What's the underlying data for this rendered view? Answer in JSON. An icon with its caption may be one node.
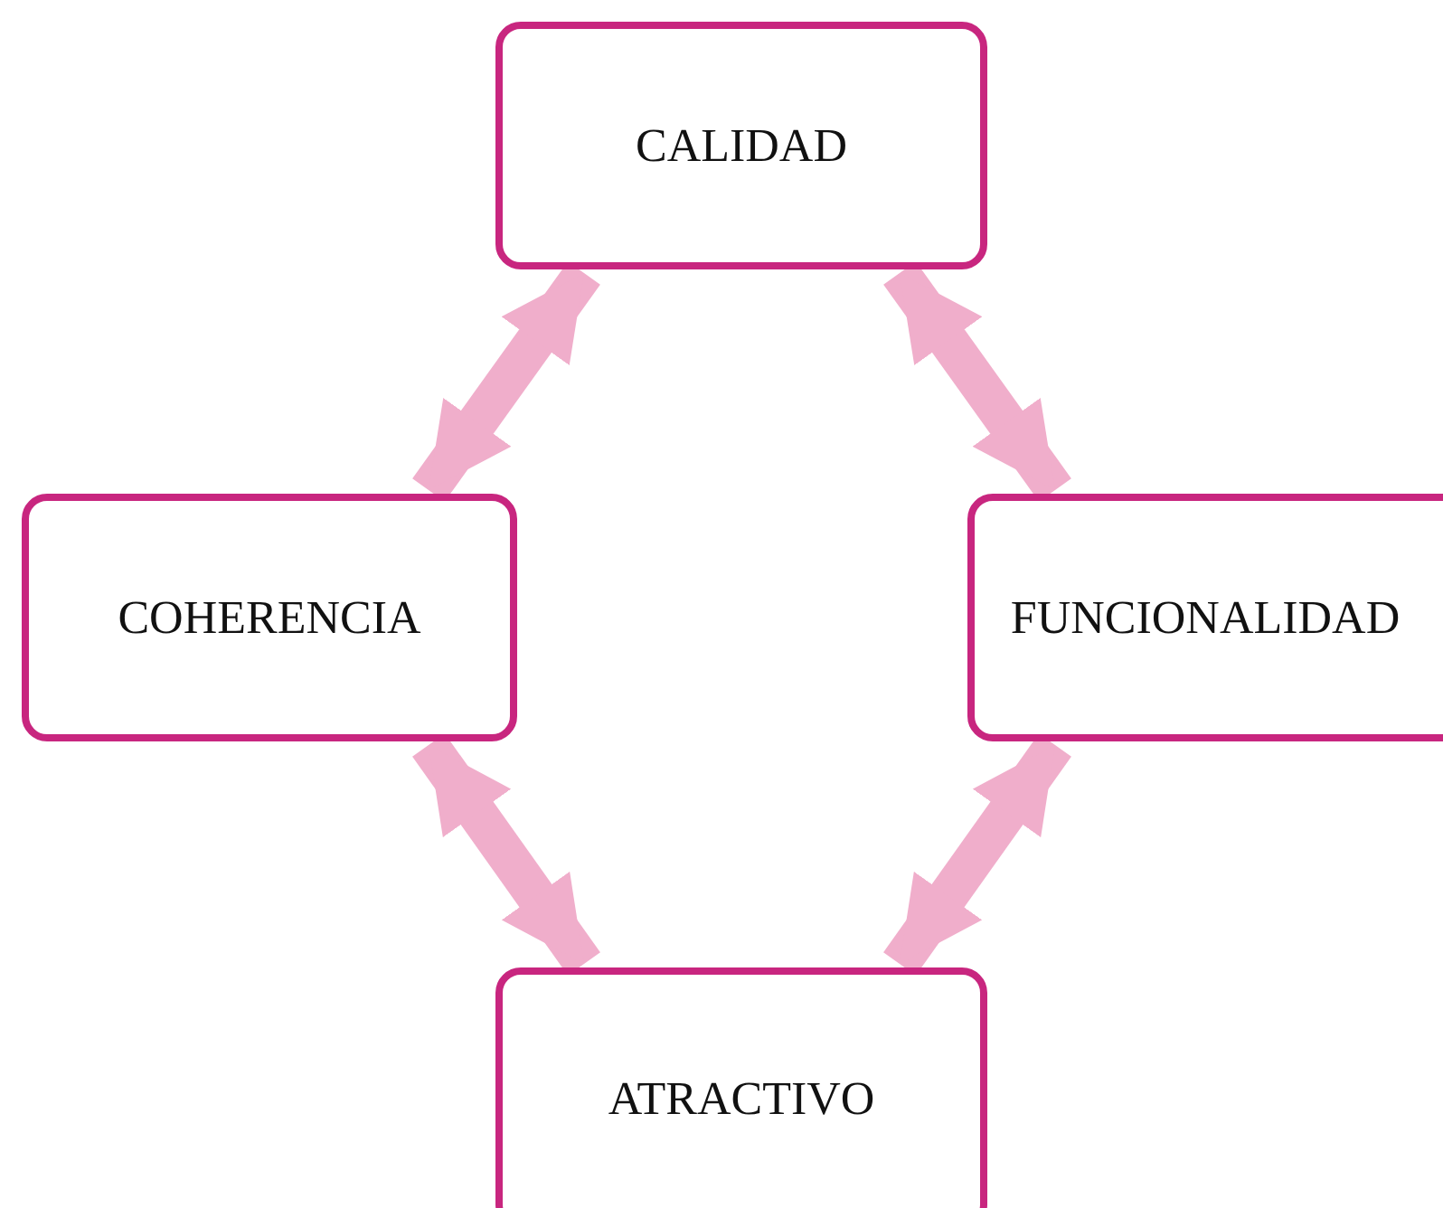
{
  "diagram": {
    "nodes": [
      {
        "text": [
          "CALIDAD"
        ]
      },
      {
        "text": [
          "COHERENCIA"
        ]
      },
      {
        "text": [
          "FUNCIONALIDAD"
        ]
      },
      {
        "text": [
          "ATRACTIVO"
        ]
      }
    ],
    "edges": [
      {
        "from": 0,
        "to": 1,
        "arrow": "both"
      },
      {
        "from": 0,
        "to": 2,
        "arrow": "both"
      },
      {
        "from": 1,
        "to": 3,
        "arrow": "both"
      },
      {
        "from": 2,
        "to": 3,
        "arrow": "both"
      }
    ]
  }
}
